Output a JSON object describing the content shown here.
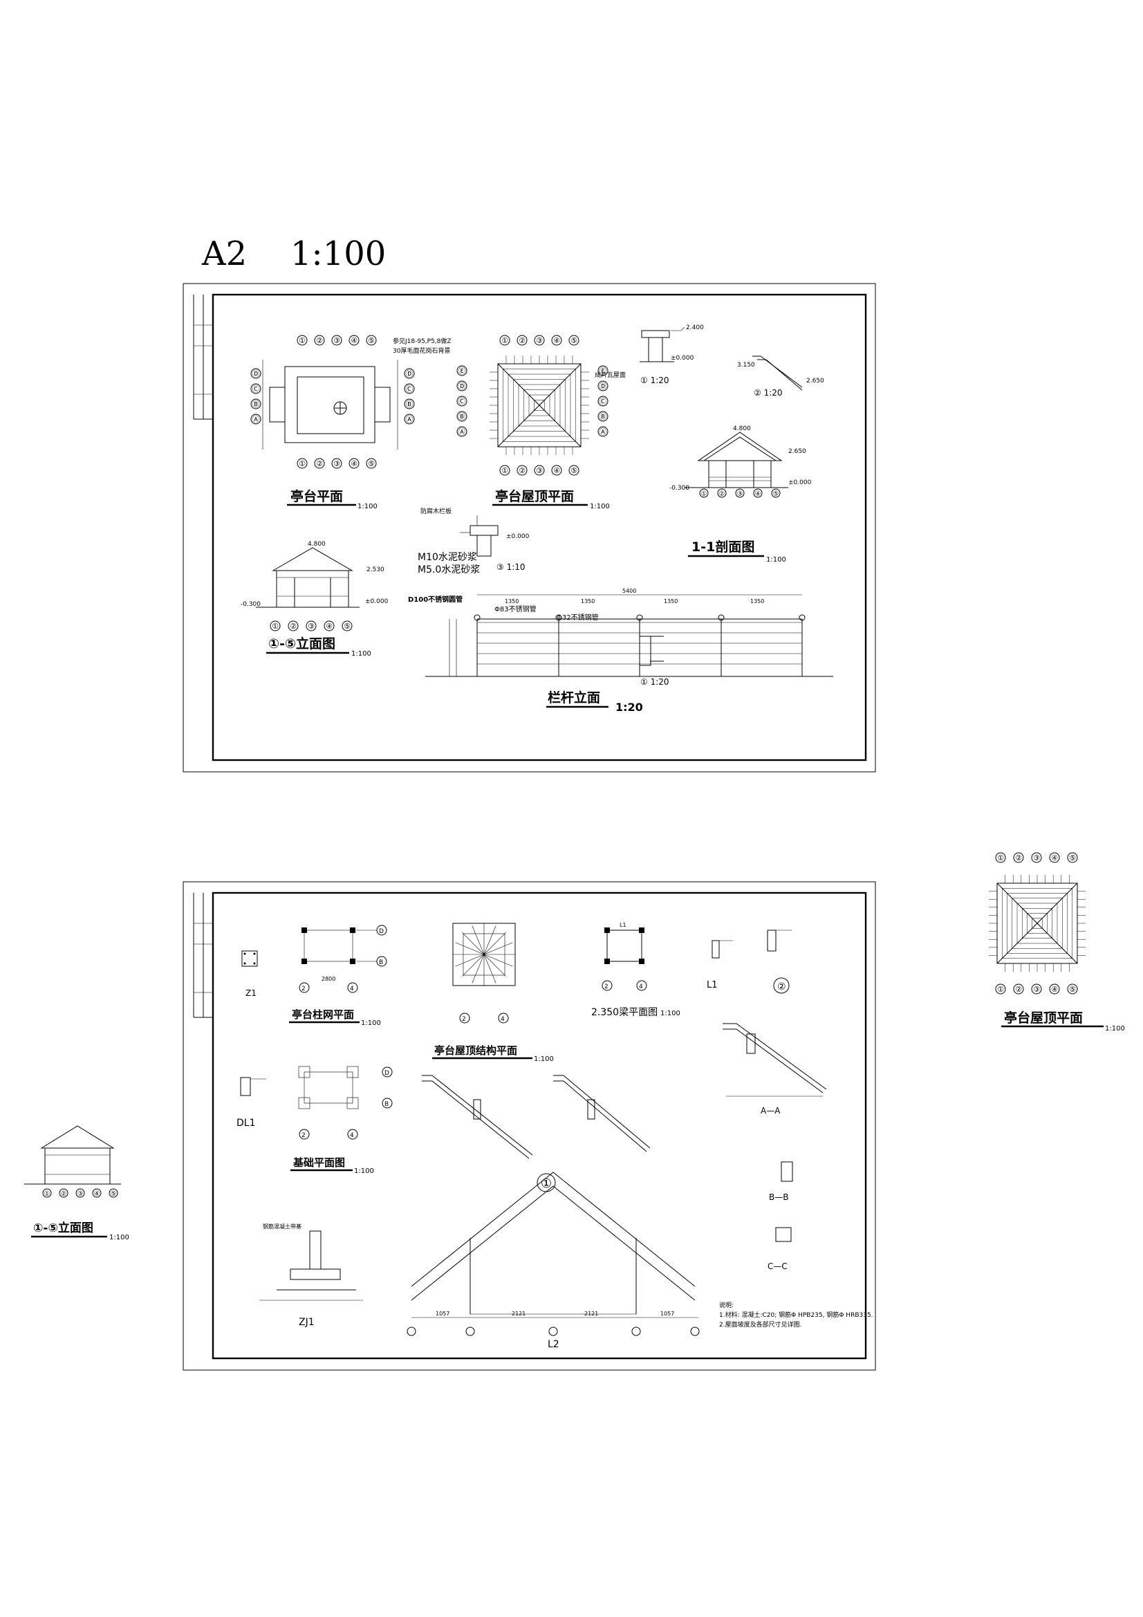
{
  "page_label": {
    "size": "A2",
    "scale": "1:100"
  },
  "sheet1": {
    "views": {
      "plan": {
        "title": "亭台平面",
        "scale": "1:100",
        "notes": [
          "参见J18-95,P5,8做Z",
          "30厚毛面花岗石背景"
        ]
      },
      "roof_plan": {
        "title": "亭台屋顶平面",
        "scale": "1:100",
        "note": "成片瓦屋面"
      },
      "detail1": {
        "label": "① 1:20",
        "elevs": [
          "2.400",
          "±0.000"
        ]
      },
      "detail2": {
        "label": "② 1:20",
        "elevs": [
          "3.150",
          "2.650"
        ]
      },
      "section": {
        "title": "1-1剖面图",
        "scale": "1:100",
        "elevs": [
          "4.800",
          "2.650",
          "±0.000",
          "-0.300"
        ]
      },
      "elevation": {
        "title": "①-⑤立面图",
        "scale": "1:100",
        "elevs": [
          "4.800",
          "2.530",
          "±0.000",
          "-0.300"
        ]
      },
      "detail3": {
        "label": "③ 1:10",
        "notes": [
          "防腐木栏板",
          "M10水泥砂浆",
          "M5.0水泥砂浆"
        ],
        "elev": "±0.000"
      },
      "railing": {
        "title": "栏杆立面",
        "scale": "1:20",
        "notes": [
          "D100不锈钢圆管",
          "Φ83不锈钢管",
          "Φ32不锈钢管"
        ],
        "dims": [
          "5400",
          "1350",
          "1350",
          "1350",
          "1350"
        ],
        "detail_label": "① 1:20"
      }
    },
    "axes_num": [
      "①",
      "②",
      "③",
      "④",
      "⑤"
    ],
    "axes_let": [
      "Ⓔ",
      "Ⓓ",
      "Ⓒ",
      "Ⓑ",
      "Ⓐ"
    ],
    "dims": [
      "1350",
      "1350",
      "1350",
      "1350"
    ],
    "total": "5400"
  },
  "sheet2": {
    "views": {
      "z1": {
        "label": "Z1"
      },
      "col_plan": {
        "title": "亭台柱网平面",
        "scale": "1:100",
        "dim": "2800"
      },
      "roof_str": {
        "title": "亭台屋顶结构平面",
        "scale": "1:100"
      },
      "beam_plan": {
        "title": "2.350梁平面图",
        "scale": "1:100",
        "beam": "L1"
      },
      "l1": {
        "label": "L1"
      },
      "sec2": {
        "label": "②"
      },
      "aa": {
        "label": "A—A"
      },
      "dl1": {
        "label": "DL1"
      },
      "found": {
        "title": "基础平面图",
        "scale": "1:100"
      },
      "sec1": {
        "label": "①"
      },
      "bb": {
        "label": "B—B"
      },
      "cc": {
        "label": "C—C"
      },
      "zj1": {
        "label": "ZJ1",
        "note": "钢筋混凝土带基"
      },
      "l2": {
        "label": "L2",
        "dims": [
          "1057",
          "2121",
          "2121",
          "1057"
        ]
      },
      "notes": {
        "title": "说明:",
        "lines": [
          "1.材料: 混凝土:C20; 钢筋Φ HPB235, 钢筋Φ HRB335.",
          "2.屋面坡度及各部尺寸见详图."
        ]
      }
    }
  },
  "floating": {
    "roof_plan": {
      "title": "亭台屋顶平面",
      "scale": "1:100"
    },
    "elevation": {
      "title": "①-⑤立面图",
      "scale": "1:100"
    }
  }
}
